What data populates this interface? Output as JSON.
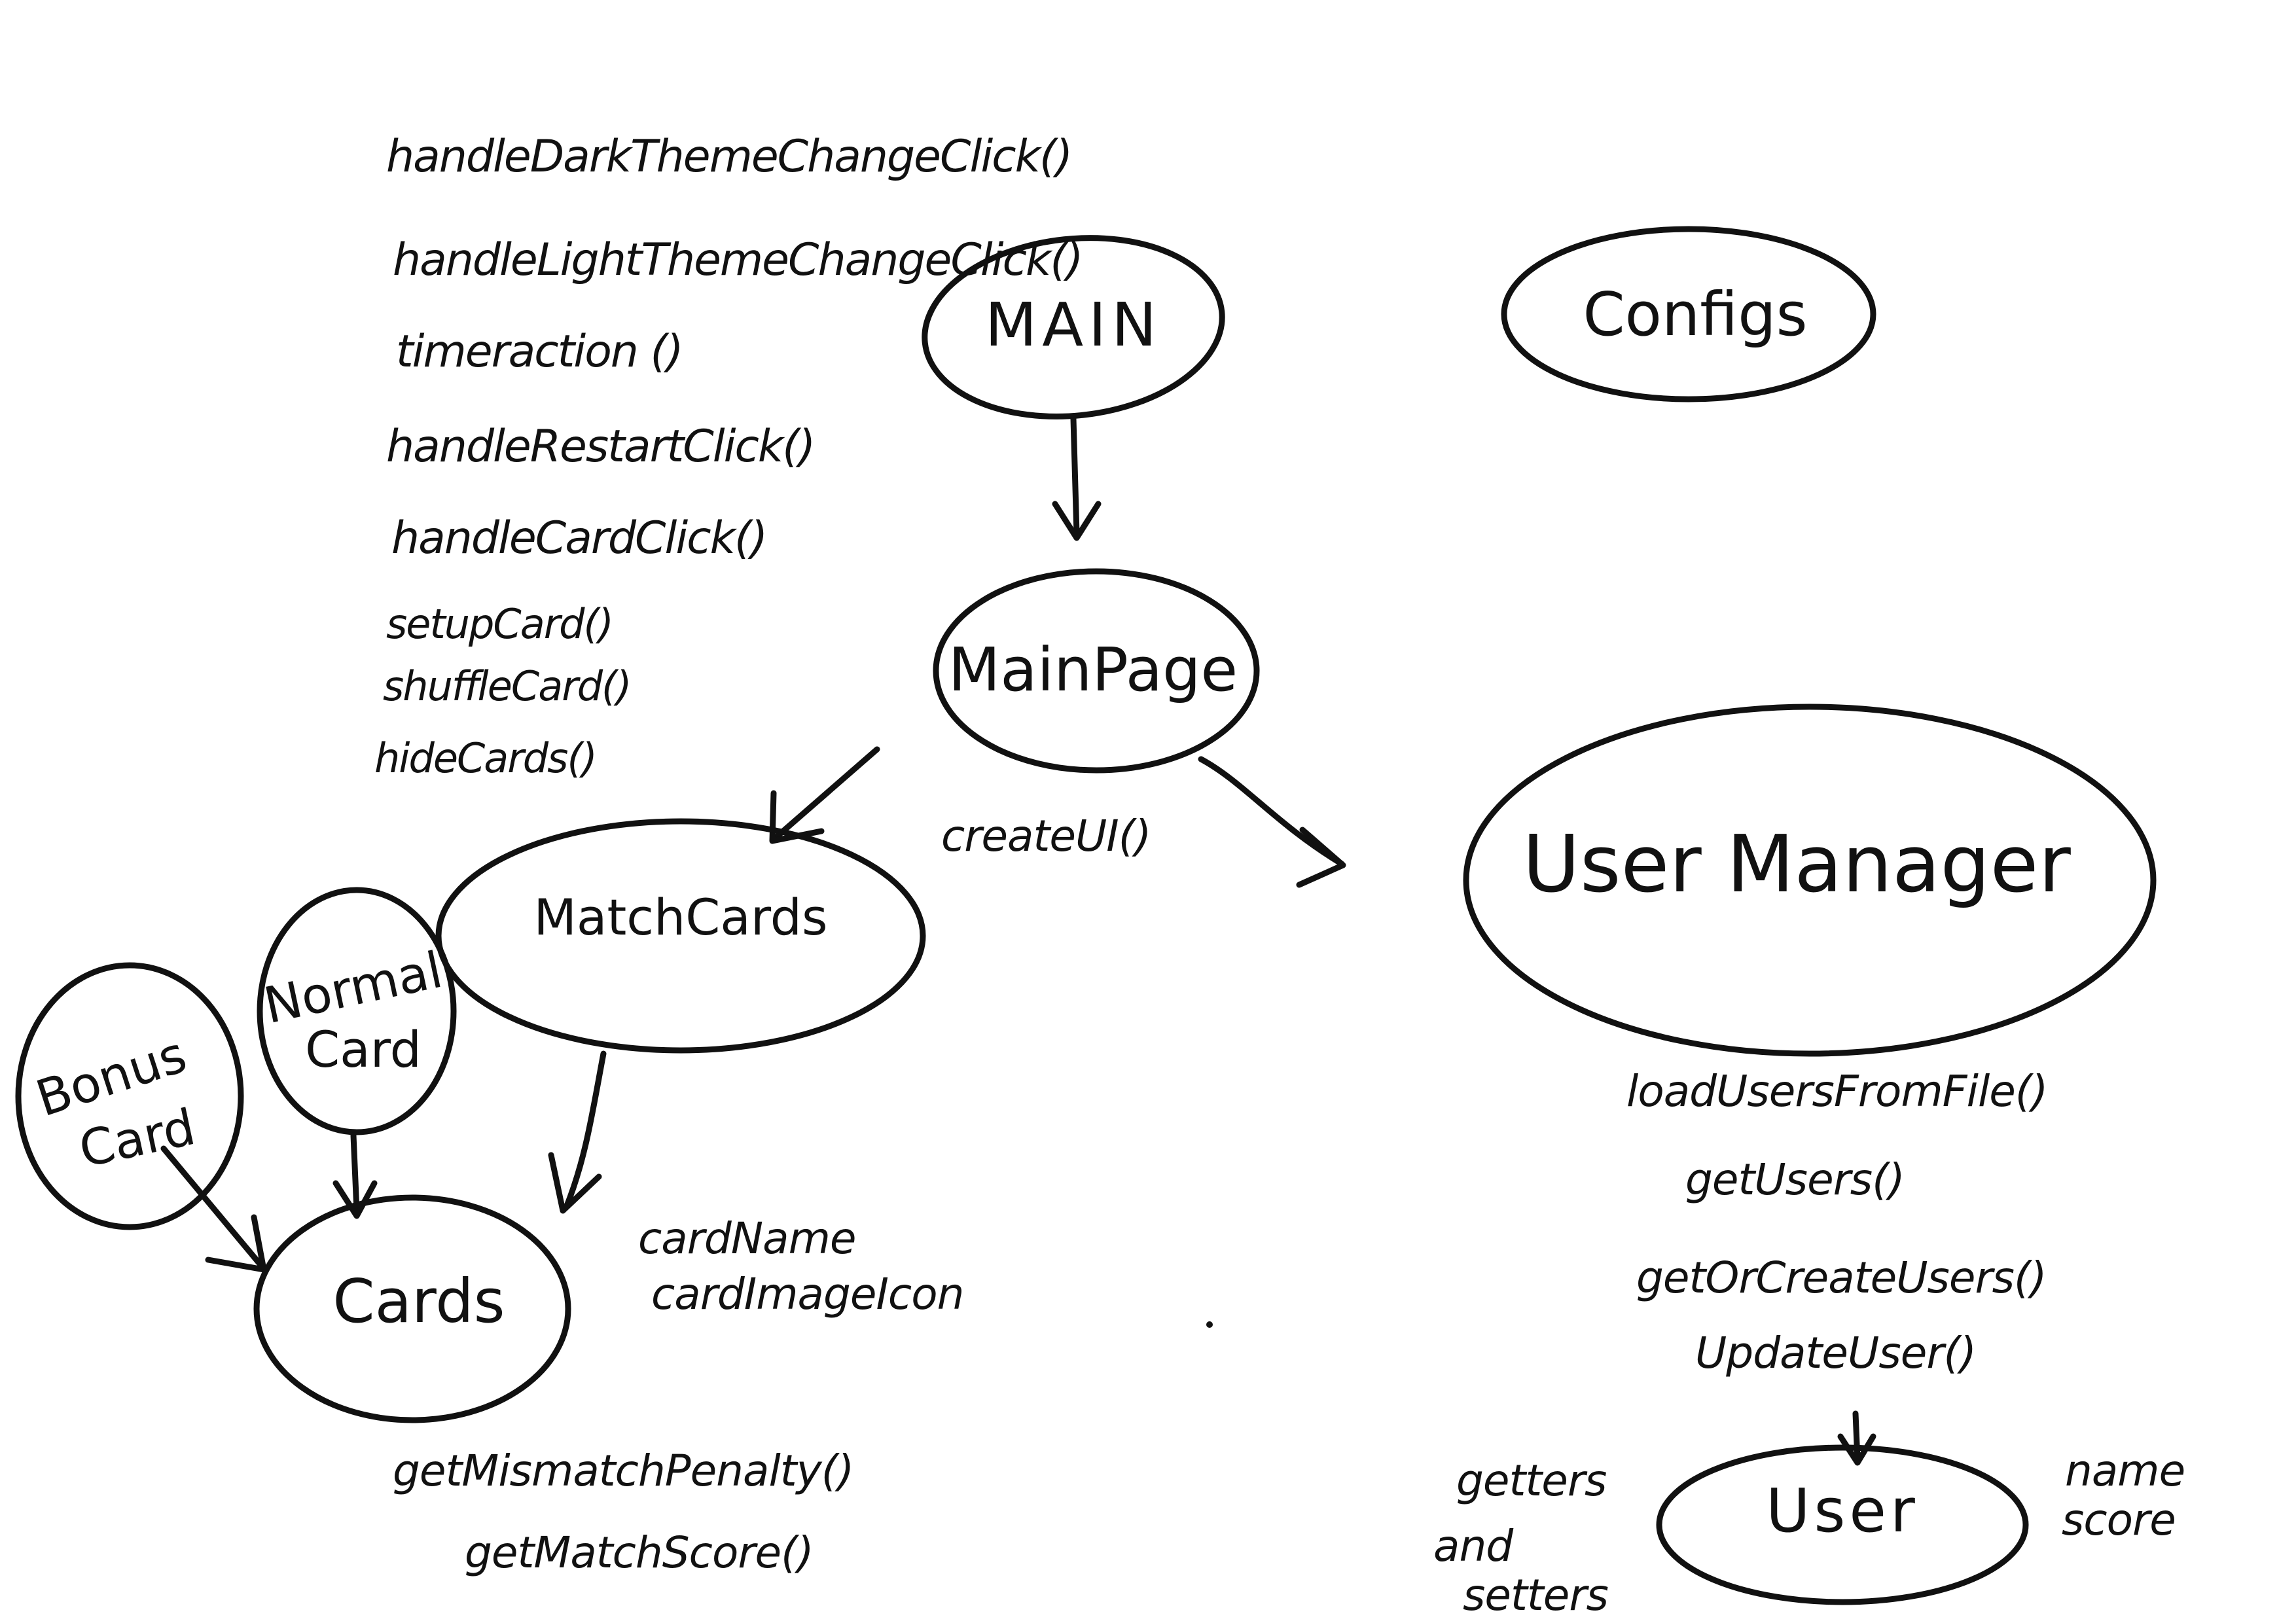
{
  "colors": {
    "ink": "#111111",
    "paper": "#ffffff"
  },
  "main_page_methods": [
    "handleDarkThemeChangeClick()",
    "handleLightThemeChangeClick()",
    "timeraction ()",
    "handleRestartClick()",
    "handleCardClick()",
    "setupCard()",
    "shuffleCard()",
    "hideCards()"
  ],
  "nodes": {
    "main": "MAIN",
    "configs": "Configs",
    "main_page": "MainPage",
    "match_cards": "MatchCards",
    "user_manager": "User Manager",
    "normal_card": [
      "Normal",
      "Card"
    ],
    "bonus_card": [
      "Bonus",
      "Card"
    ],
    "cards": "Cards",
    "user": "User"
  },
  "main_page_extra": "createUI()",
  "cards_fields": [
    "cardName",
    "cardImageIcon"
  ],
  "cards_methods": [
    "getMismatchPenalty()",
    "getMatchScore()"
  ],
  "user_manager_methods": [
    "loadUsersFromFile()",
    "getUsers()",
    "getOrCreateUsers()",
    "UpdateUser()"
  ],
  "user_left_note": [
    "getters",
    "and",
    "setters"
  ],
  "user_right_note": [
    "name",
    "score"
  ]
}
